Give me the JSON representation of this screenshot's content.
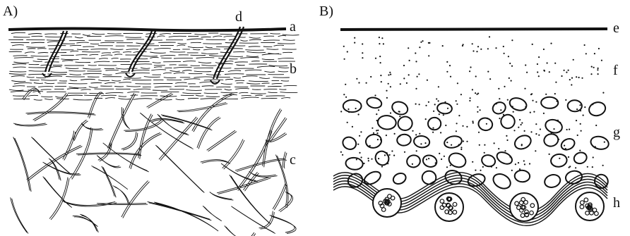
{
  "panelA": {
    "heading": "A)",
    "labels": {
      "a": "a",
      "b": "b",
      "c": "c",
      "d": "d"
    }
  },
  "panelB": {
    "heading": "B)",
    "labels": {
      "e": "e",
      "f": "f",
      "g": "g",
      "h": "h"
    }
  },
  "colors": {
    "ink": "#111111",
    "paper": "#ffffff"
  }
}
